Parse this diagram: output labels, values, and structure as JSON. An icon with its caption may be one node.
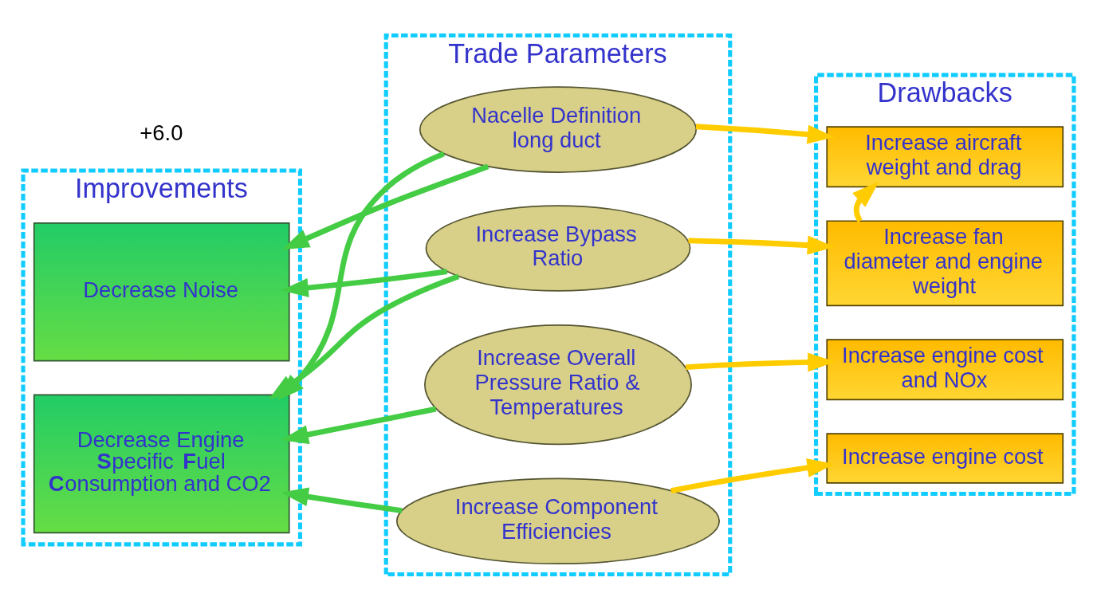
{
  "diagram": {
    "nodes": [
      {
        "text": [
          "Improvements"
        ]
      },
      {
        "text": [
          "Trade Parameters"
        ]
      },
      {
        "text": [
          "Drawbacks"
        ]
      },
      {
        "text": [
          "Decrease Engine **S**pecific **F**uel **C**onsumption and CO2"
        ],
        "in": 0
      },
      {
        "text": [
          "Decrease Noise"
        ],
        "in": 0
      },
      {
        "text": [
          "Increase Component Efficiencies"
        ],
        "in": 1
      },
      {
        "text": [
          "Increase Overall Pressure Ratio & Temperatures"
        ],
        "in": 1
      },
      {
        "text": [
          "Increase Bypass Ratio"
        ],
        "in": 1
      },
      {
        "text": [
          "Nacelle Definition long duct"
        ],
        "in": 1
      },
      {
        "text": [
          "Increase engine cost"
        ],
        "in": 2
      },
      {
        "text": [
          "Increase engine cost and NOx"
        ],
        "in": 2
      },
      {
        "text": [
          "Increase fan diameter and engine weight"
        ],
        "in": 2
      },
      {
        "text": [
          "Increase aircraft weight and drag"
        ],
        "in": 2
      }
    ],
    "edges": [
      {
        "from": 5,
        "to": 3,
        "arrow": "to"
      },
      {
        "from": 6,
        "to": 3,
        "arrow": "to"
      },
      {
        "from": 7,
        "to": 3,
        "arrow": "to"
      },
      {
        "from": 7,
        "to": 4,
        "arrow": "to"
      },
      {
        "from": 8,
        "to": 3,
        "arrow": "to"
      },
      {
        "from": 8,
        "to": 4,
        "arrow": "to"
      },
      {
        "from": 5,
        "to": 9,
        "arrow": "to",
        "color": "#ffcc00"
      },
      {
        "from": 6,
        "to": 10,
        "arrow": "to",
        "color": "#ffcc00"
      },
      {
        "from": 7,
        "to": 11,
        "arrow": "to",
        "color": "#ffcc00"
      },
      {
        "from": 8,
        "to": 12,
        "arrow": "to",
        "color": "#ffcc00"
      },
      {
        "from": 11,
        "to": 12,
        "arrow": "to",
        "color": "#ffcc00"
      }
    ],
    "labels": [
      "+6.0"
    ]
  }
}
